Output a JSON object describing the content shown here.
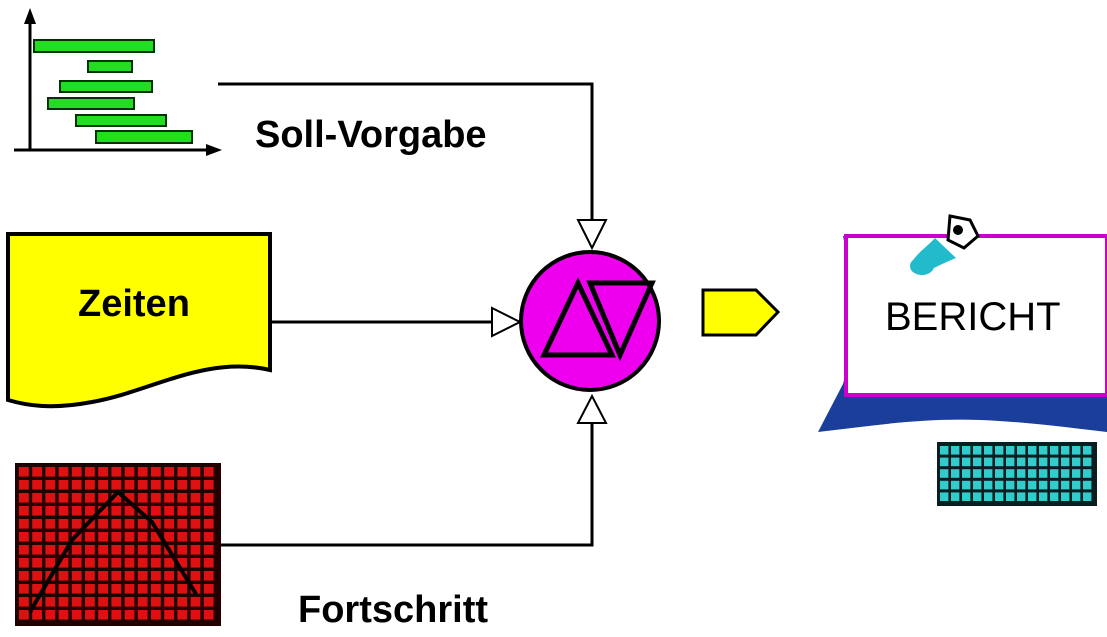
{
  "labels": {
    "soll_vorgabe": "Soll-Vorgabe",
    "zeiten": "Zeiten",
    "fortschritt": "Fortschritt",
    "bericht": "BERICHT"
  },
  "colors": {
    "gantt_bar": "#22dd22",
    "zeiten_fill": "#ffff00",
    "grid_red": "#dd1111",
    "grid_dark": "#220000",
    "node_fill": "#ee00ee",
    "arrow_fill": "#ffff00",
    "report_border": "#cc00cc",
    "report_backdrop": "#1a3e9a",
    "keyboard_cyan": "#33cccc",
    "pen_cyan": "#22bbcc"
  },
  "icons": {
    "gantt": "gantt-chart-icon",
    "document": "document-icon",
    "progress": "progress-grid-icon",
    "process": "delta-nabla-node-icon",
    "output_arrow": "right-arrow-icon",
    "report": "report-screen-icon",
    "keyboard": "keyboard-icon",
    "pen": "pen-icon"
  }
}
